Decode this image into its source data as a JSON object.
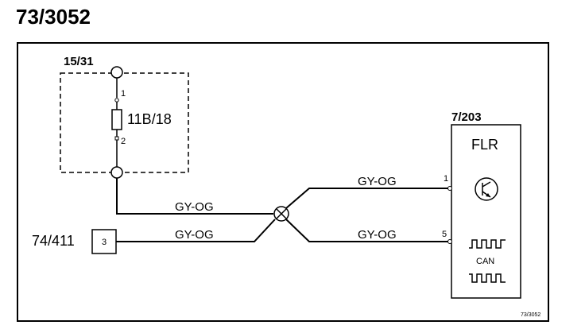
{
  "title": "73/3052",
  "footer_ref": "73/3052",
  "fuse_block": {
    "supply_label": "15/31",
    "fuse_label": "11B/18",
    "pin_top": "1",
    "pin_bottom": "2"
  },
  "source_connector": {
    "label": "74/411",
    "pin": "3"
  },
  "module": {
    "ref": "7/203",
    "name": "FLR",
    "pin_upper": "1",
    "pin_lower": "5",
    "bus_label": "CAN"
  },
  "wires": {
    "from_fuse": "GY-OG",
    "from_connector": "GY-OG",
    "to_pin_1": "GY-OG",
    "to_pin_5": "GY-OG"
  }
}
